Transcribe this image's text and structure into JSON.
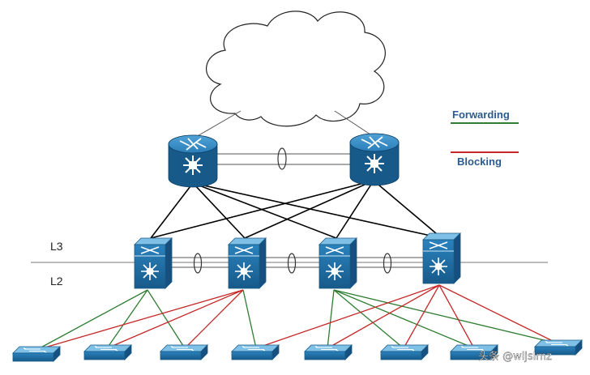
{
  "legend": {
    "forwarding_label": "Forwarding",
    "forwarding_color": "#2e7d32",
    "blocking_label": "Blocking",
    "blocking_color": "#c62828"
  },
  "layers": {
    "upper_label": "L3",
    "lower_label": "L2"
  },
  "watermark": "头条 @wljslmz",
  "colors": {
    "device_fill": "#1f6aa0",
    "device_light": "#4fa3d6",
    "trunk_link": "#000000",
    "core_link": "#555555",
    "layer_line": "#777777"
  },
  "icons": {
    "cloud": "cloud-icon",
    "core_router": "router-icon",
    "distribution_switch": "multilayer-switch-icon",
    "access_switch": "workgroup-switch-icon",
    "etherchannel": "etherchannel-ellipse"
  }
}
